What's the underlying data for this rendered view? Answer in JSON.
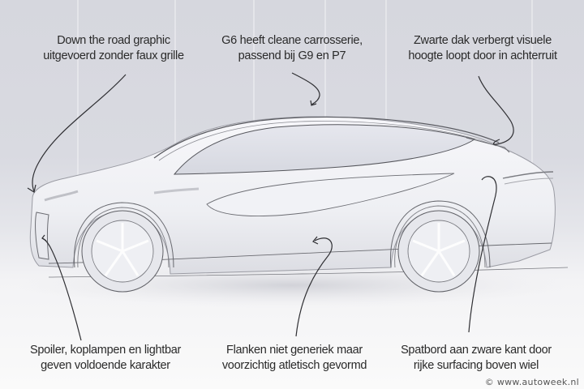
{
  "image": {
    "subject": "white sketch-style SUV coupe side profile with hand-drawn annotation arrows",
    "colors": {
      "background_top": "#d6d7de",
      "background_bottom": "#fafafa",
      "car_body": "#f4f5f8",
      "line_color": "#3a3a3e",
      "text_color": "#2a2a2a"
    }
  },
  "annotations": {
    "top_left": {
      "line1": "Down the road graphic",
      "line2": "uitgevoerd zonder faux grille"
    },
    "top_center": {
      "line1": "G6 heeft cleane carrosserie,",
      "line2": "passend bij G9 en P7"
    },
    "top_right": {
      "line1": "Zwarte dak verbergt visuele",
      "line2": "hoogte loopt door in achterruit"
    },
    "bottom_left": {
      "line1": "Spoiler, koplampen en lightbar",
      "line2": "geven voldoende karakter"
    },
    "bottom_center": {
      "line1": "Flanken niet generiek maar",
      "line2": "voorzichtig atletisch gevormd"
    },
    "bottom_right": {
      "line1": "Spatbord aan zware kant door",
      "line2": "rijke surfacing boven wiel"
    }
  },
  "credit": "© www.autoweek.nl"
}
